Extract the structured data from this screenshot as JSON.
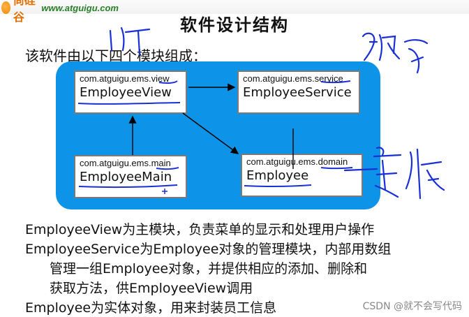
{
  "logo": {
    "cn": "尚硅谷",
    "url": "www.atguigu.com"
  },
  "title": "软件设计结构",
  "subtitle": "该软件由以下四个模块组成：",
  "modules": {
    "view": {
      "package": "com.atguigu.ems.view",
      "name": "EmployeeView"
    },
    "service": {
      "package": "com.atguigu.ems.service",
      "name": "EmployeeService"
    },
    "main": {
      "package": "com.atguigu.ems.main",
      "name": "EmployeeMain"
    },
    "domain": {
      "package": "com.atguigu.ems.domain",
      "name": "Employee"
    }
  },
  "description": {
    "line1": "EmployeeView为主模块，负责菜单的显示和处理用户操作",
    "line2": "EmployeeService为Employee对象的管理模块，内部用数组",
    "line3": "管理一组Employee对象，并提供相应的添加、删除和",
    "line4": "获取方法，供EmployeeView调用",
    "line5": "Employee为实体对象，用来封装员工信息"
  },
  "watermark": "CSDN @就不会写代码",
  "colors": {
    "diagram_bg": "#0d93e8",
    "ink": "#1a2fd6"
  }
}
